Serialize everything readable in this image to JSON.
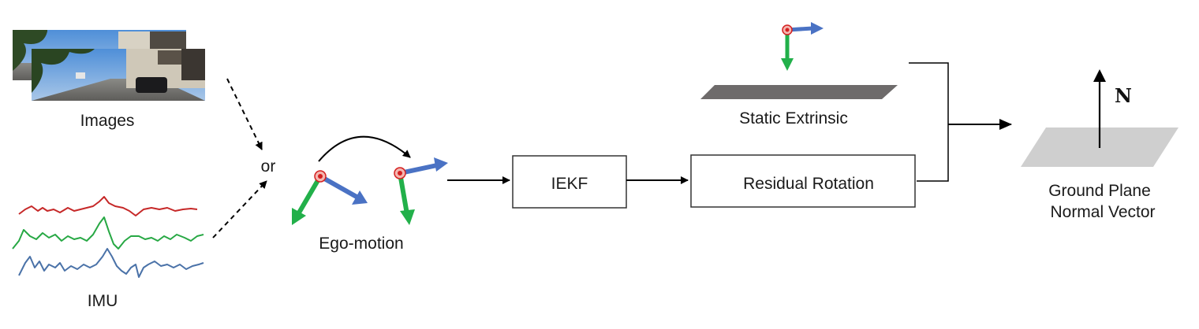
{
  "labels": {
    "images": "Images",
    "imu": "IMU",
    "or": "or",
    "ego_motion": "Ego-motion",
    "iekf": "IEKF",
    "residual_rotation": "Residual Rotation",
    "static_extrinsic": "Static Extrinsic",
    "ground_plane_line1": "Ground Plane",
    "ground_plane_line2": "Normal Vector",
    "normal": "N"
  },
  "colors": {
    "imu_red": "#c62828",
    "imu_green": "#27a844",
    "imu_blue": "#4a72a8",
    "axis_blue": "#4a72c4",
    "axis_green": "#22b04a",
    "origin_red": "#d42020",
    "plane_dark": "#6e6b6b",
    "plane_light": "#cfcfcf"
  }
}
